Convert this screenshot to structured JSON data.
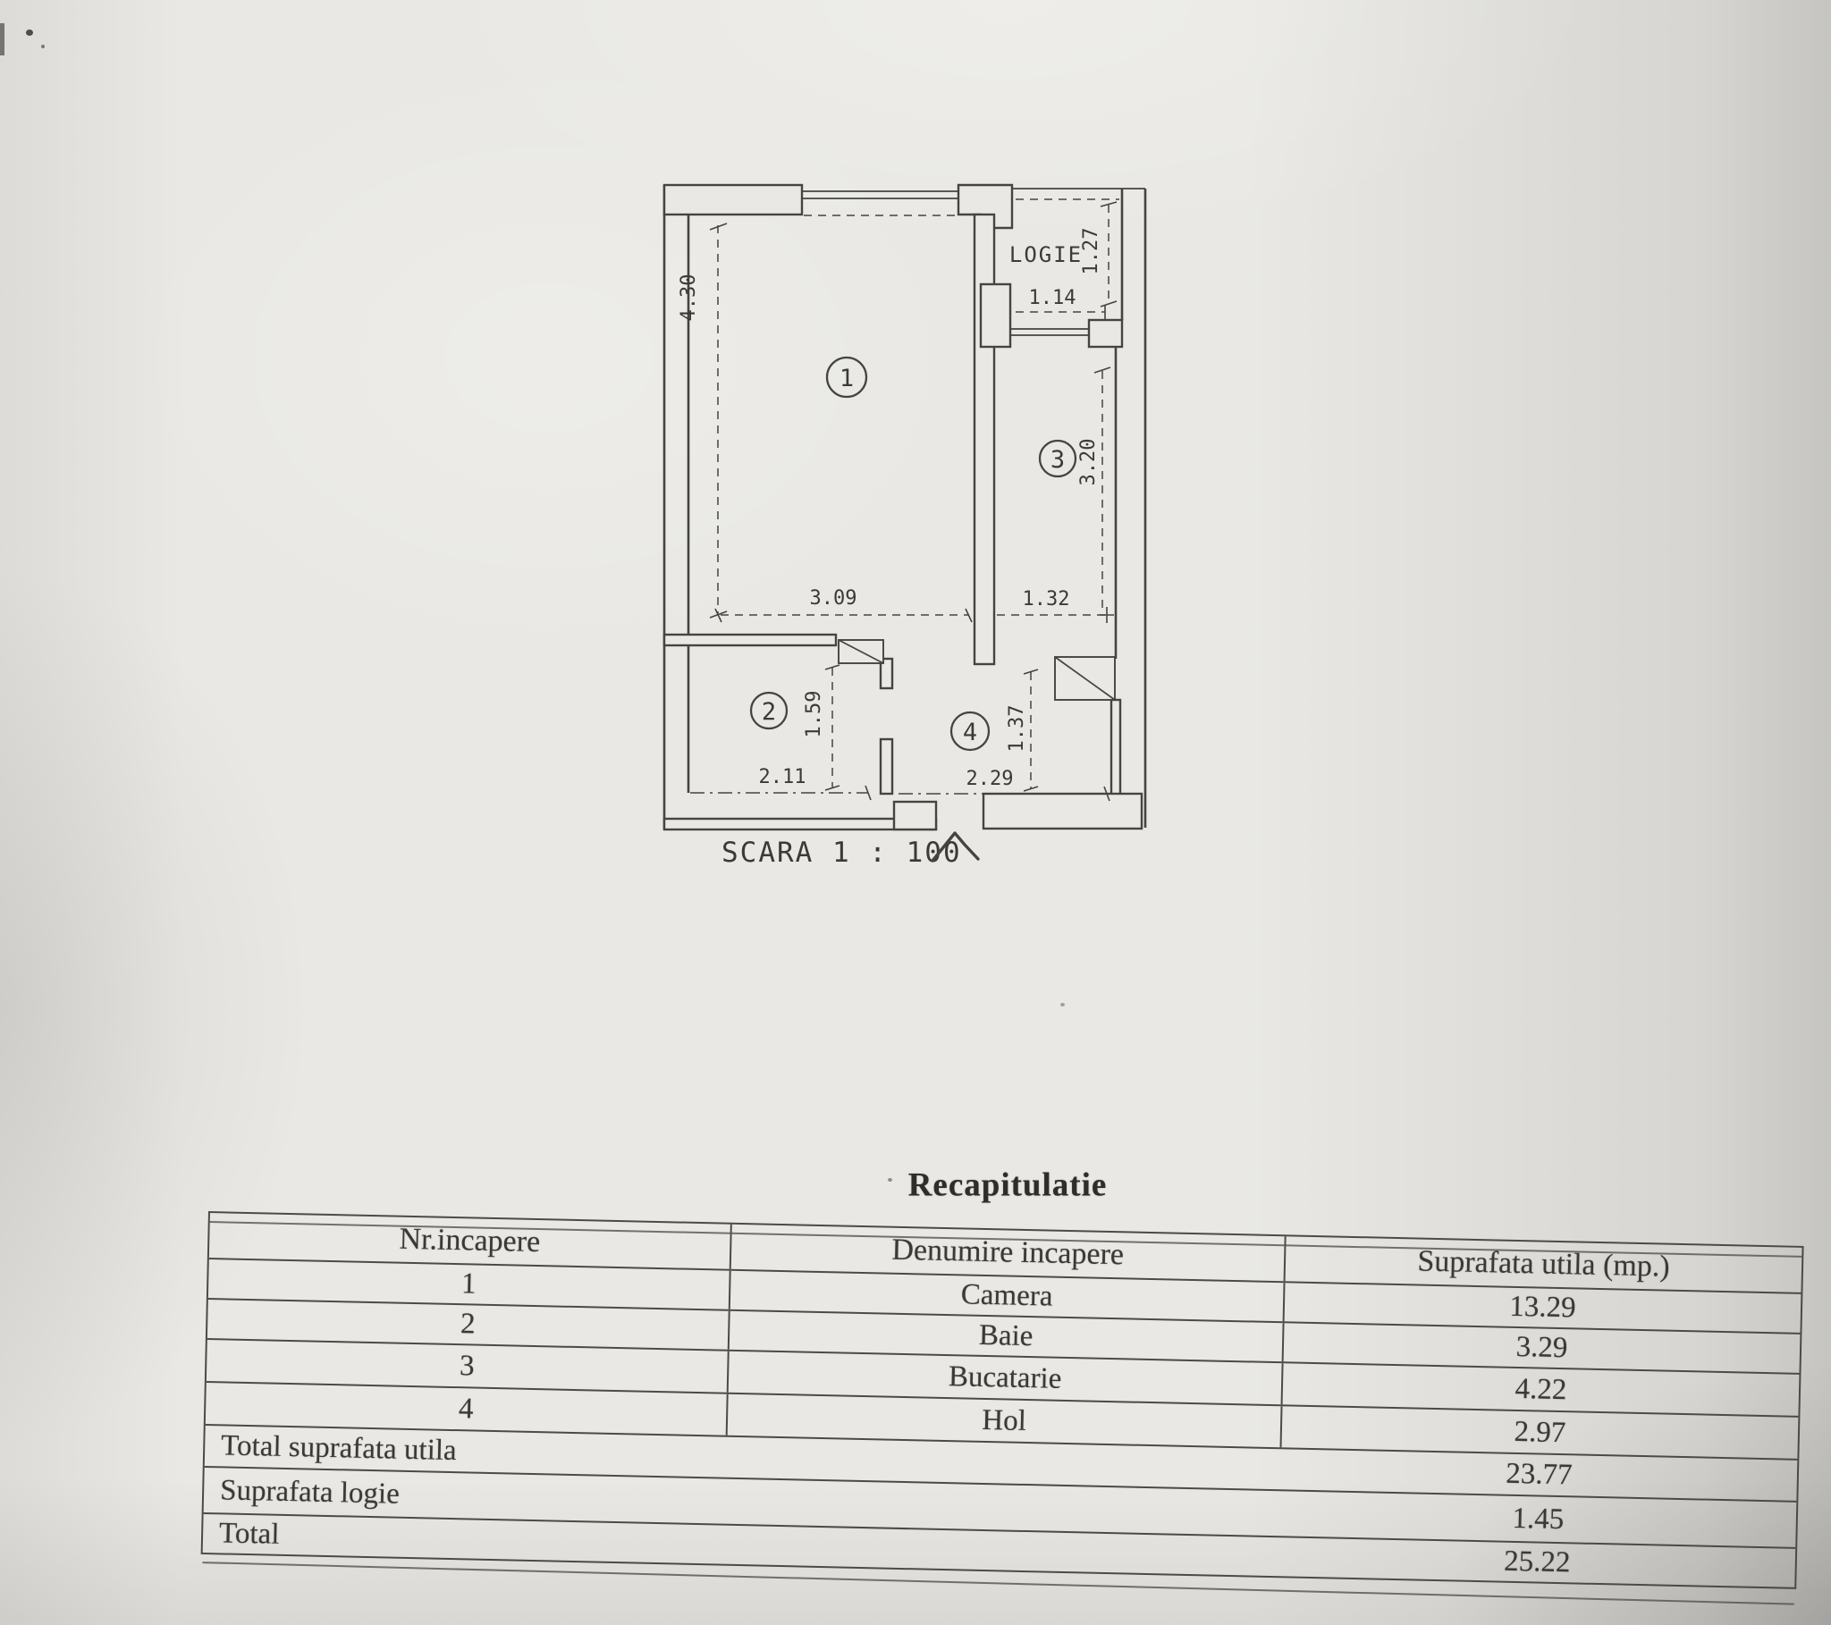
{
  "colors": {
    "paper": "#e9e8e4",
    "ink": "#45443f"
  },
  "plan": {
    "scale_label": "SCARA 1 : 100",
    "logia": {
      "label": "LOGIE",
      "width": "1.14",
      "depth": "1.27"
    },
    "rooms": [
      {
        "id": "1",
        "width": "3.09",
        "height": "4.30"
      },
      {
        "id": "2",
        "width": "2.11",
        "height": "1.59"
      },
      {
        "id": "3",
        "width": "1.32",
        "height": "3.20"
      },
      {
        "id": "4",
        "width": "2.29",
        "height": "1.37"
      }
    ]
  },
  "recap": {
    "title": "Recapitulatie",
    "headers": [
      "Nr.incapere",
      "Denumire incapere",
      "Suprafata utila (mp.)"
    ],
    "rows": [
      {
        "nr": "1",
        "name": "Camera",
        "area": "13.29"
      },
      {
        "nr": "2",
        "name": "Baie",
        "area": "3.29"
      },
      {
        "nr": "3",
        "name": "Bucatarie",
        "area": "4.22"
      },
      {
        "nr": "4",
        "name": "Hol",
        "area": "2.97"
      }
    ],
    "totals": [
      {
        "label": "Total suprafata utila",
        "value": "23.77"
      },
      {
        "label": "Suprafata logie",
        "value": "1.45"
      },
      {
        "label": "Total",
        "value": "25.22"
      }
    ]
  }
}
